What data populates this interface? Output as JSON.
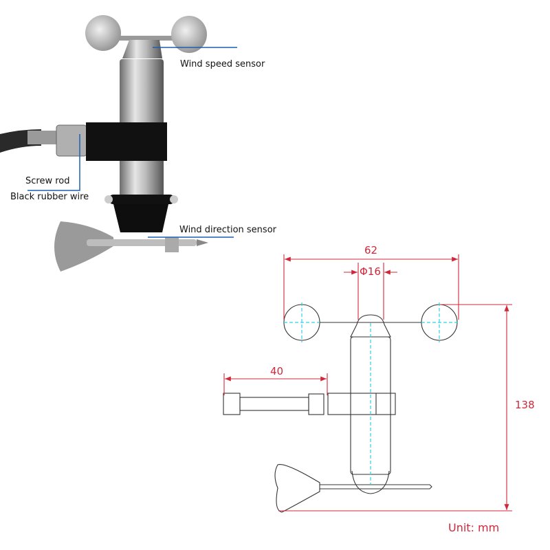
{
  "photo_labels": {
    "wind_speed_sensor": "Wind speed sensor",
    "screw_rod": "Screw rod",
    "black_rubber_wire": "Black rubber wire",
    "wind_direction_sensor": "Wind direction sensor"
  },
  "drawing": {
    "width_dim": "62",
    "diameter_dim": "Φ16",
    "rod_dim": "40",
    "height_dim": "138",
    "unit": "Unit: mm"
  },
  "colors": {
    "callout_line": "#1a5fb4",
    "dimension": "#d0283a",
    "centerline": "#2fd4e8"
  }
}
